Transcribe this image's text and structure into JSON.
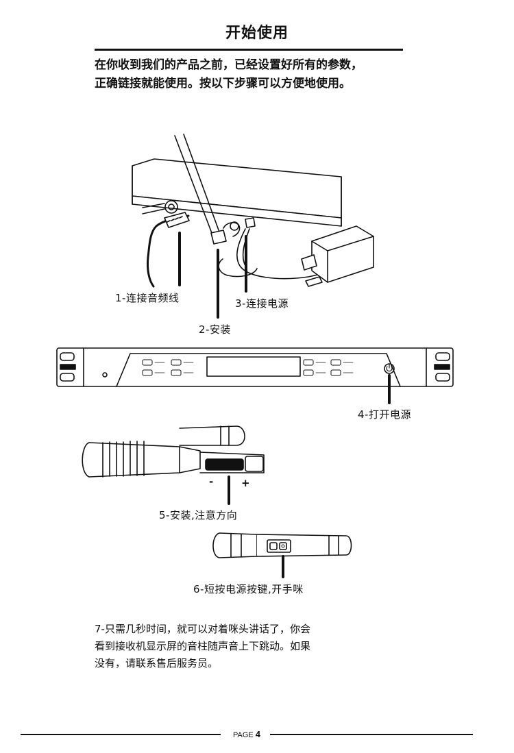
{
  "page": {
    "title": "开始使用",
    "intro": [
      "在你收到我们的产品之前，已经设置好所有的参数，",
      "正确链接就能使用。按以下步骤可以方便地使用。"
    ]
  },
  "steps": {
    "s1": "1-连接音频线",
    "s2": "2-安装",
    "s3": "3-连接电源",
    "s4": "4-打开电源",
    "s5": "5-安装,注意方向",
    "s6": "6-短按电源按键,开手咪",
    "s5_minus": "-",
    "s5_plus": "+",
    "s7": [
      "7-只需几秒时间，就可以对着咪头讲话了，你会",
      "看到接收机显示屏的音柱随声音上下跳动。如果",
      "没有，请联系售后服务员。"
    ]
  },
  "footer": {
    "label": "PAGE",
    "number": "4"
  },
  "colors": {
    "ink": "#111111",
    "paper": "#ffffff"
  }
}
